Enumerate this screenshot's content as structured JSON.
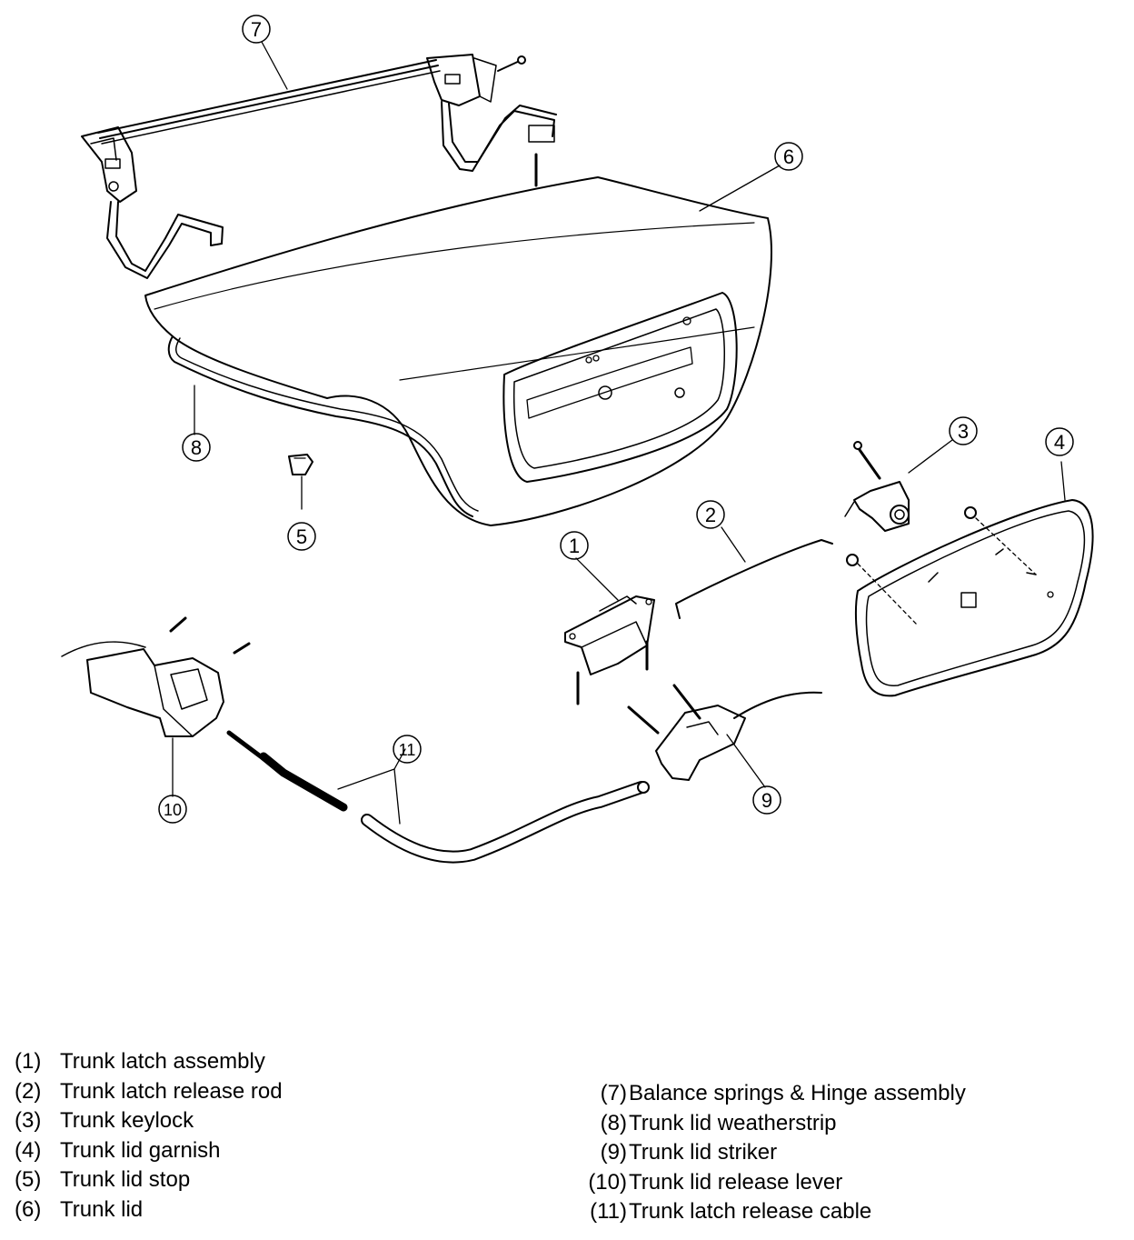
{
  "callouts": {
    "c1": "1",
    "c2": "2",
    "c3": "3",
    "c4": "4",
    "c5": "5",
    "c6": "6",
    "c7": "7",
    "c8": "8",
    "c9": "9",
    "c10": "10",
    "c11": "11"
  },
  "legend": {
    "left": [
      {
        "num": "(1)",
        "label": "Trunk latch assembly"
      },
      {
        "num": "(2)",
        "label": "Trunk latch release rod"
      },
      {
        "num": "(3)",
        "label": "Trunk keylock"
      },
      {
        "num": "(4)",
        "label": "Trunk lid garnish"
      },
      {
        "num": "(5)",
        "label": "Trunk lid stop"
      },
      {
        "num": "(6)",
        "label": "Trunk lid"
      }
    ],
    "right": [
      {
        "num": "(7)",
        "label": "Balance springs & Hinge assembly"
      },
      {
        "num": "(8)",
        "label": "Trunk lid weatherstrip"
      },
      {
        "num": "(9)",
        "label": "Trunk lid striker"
      },
      {
        "num": "(10)",
        "label": "Trunk lid release lever"
      },
      {
        "num": "(11)",
        "label": "Trunk latch release cable"
      }
    ]
  }
}
